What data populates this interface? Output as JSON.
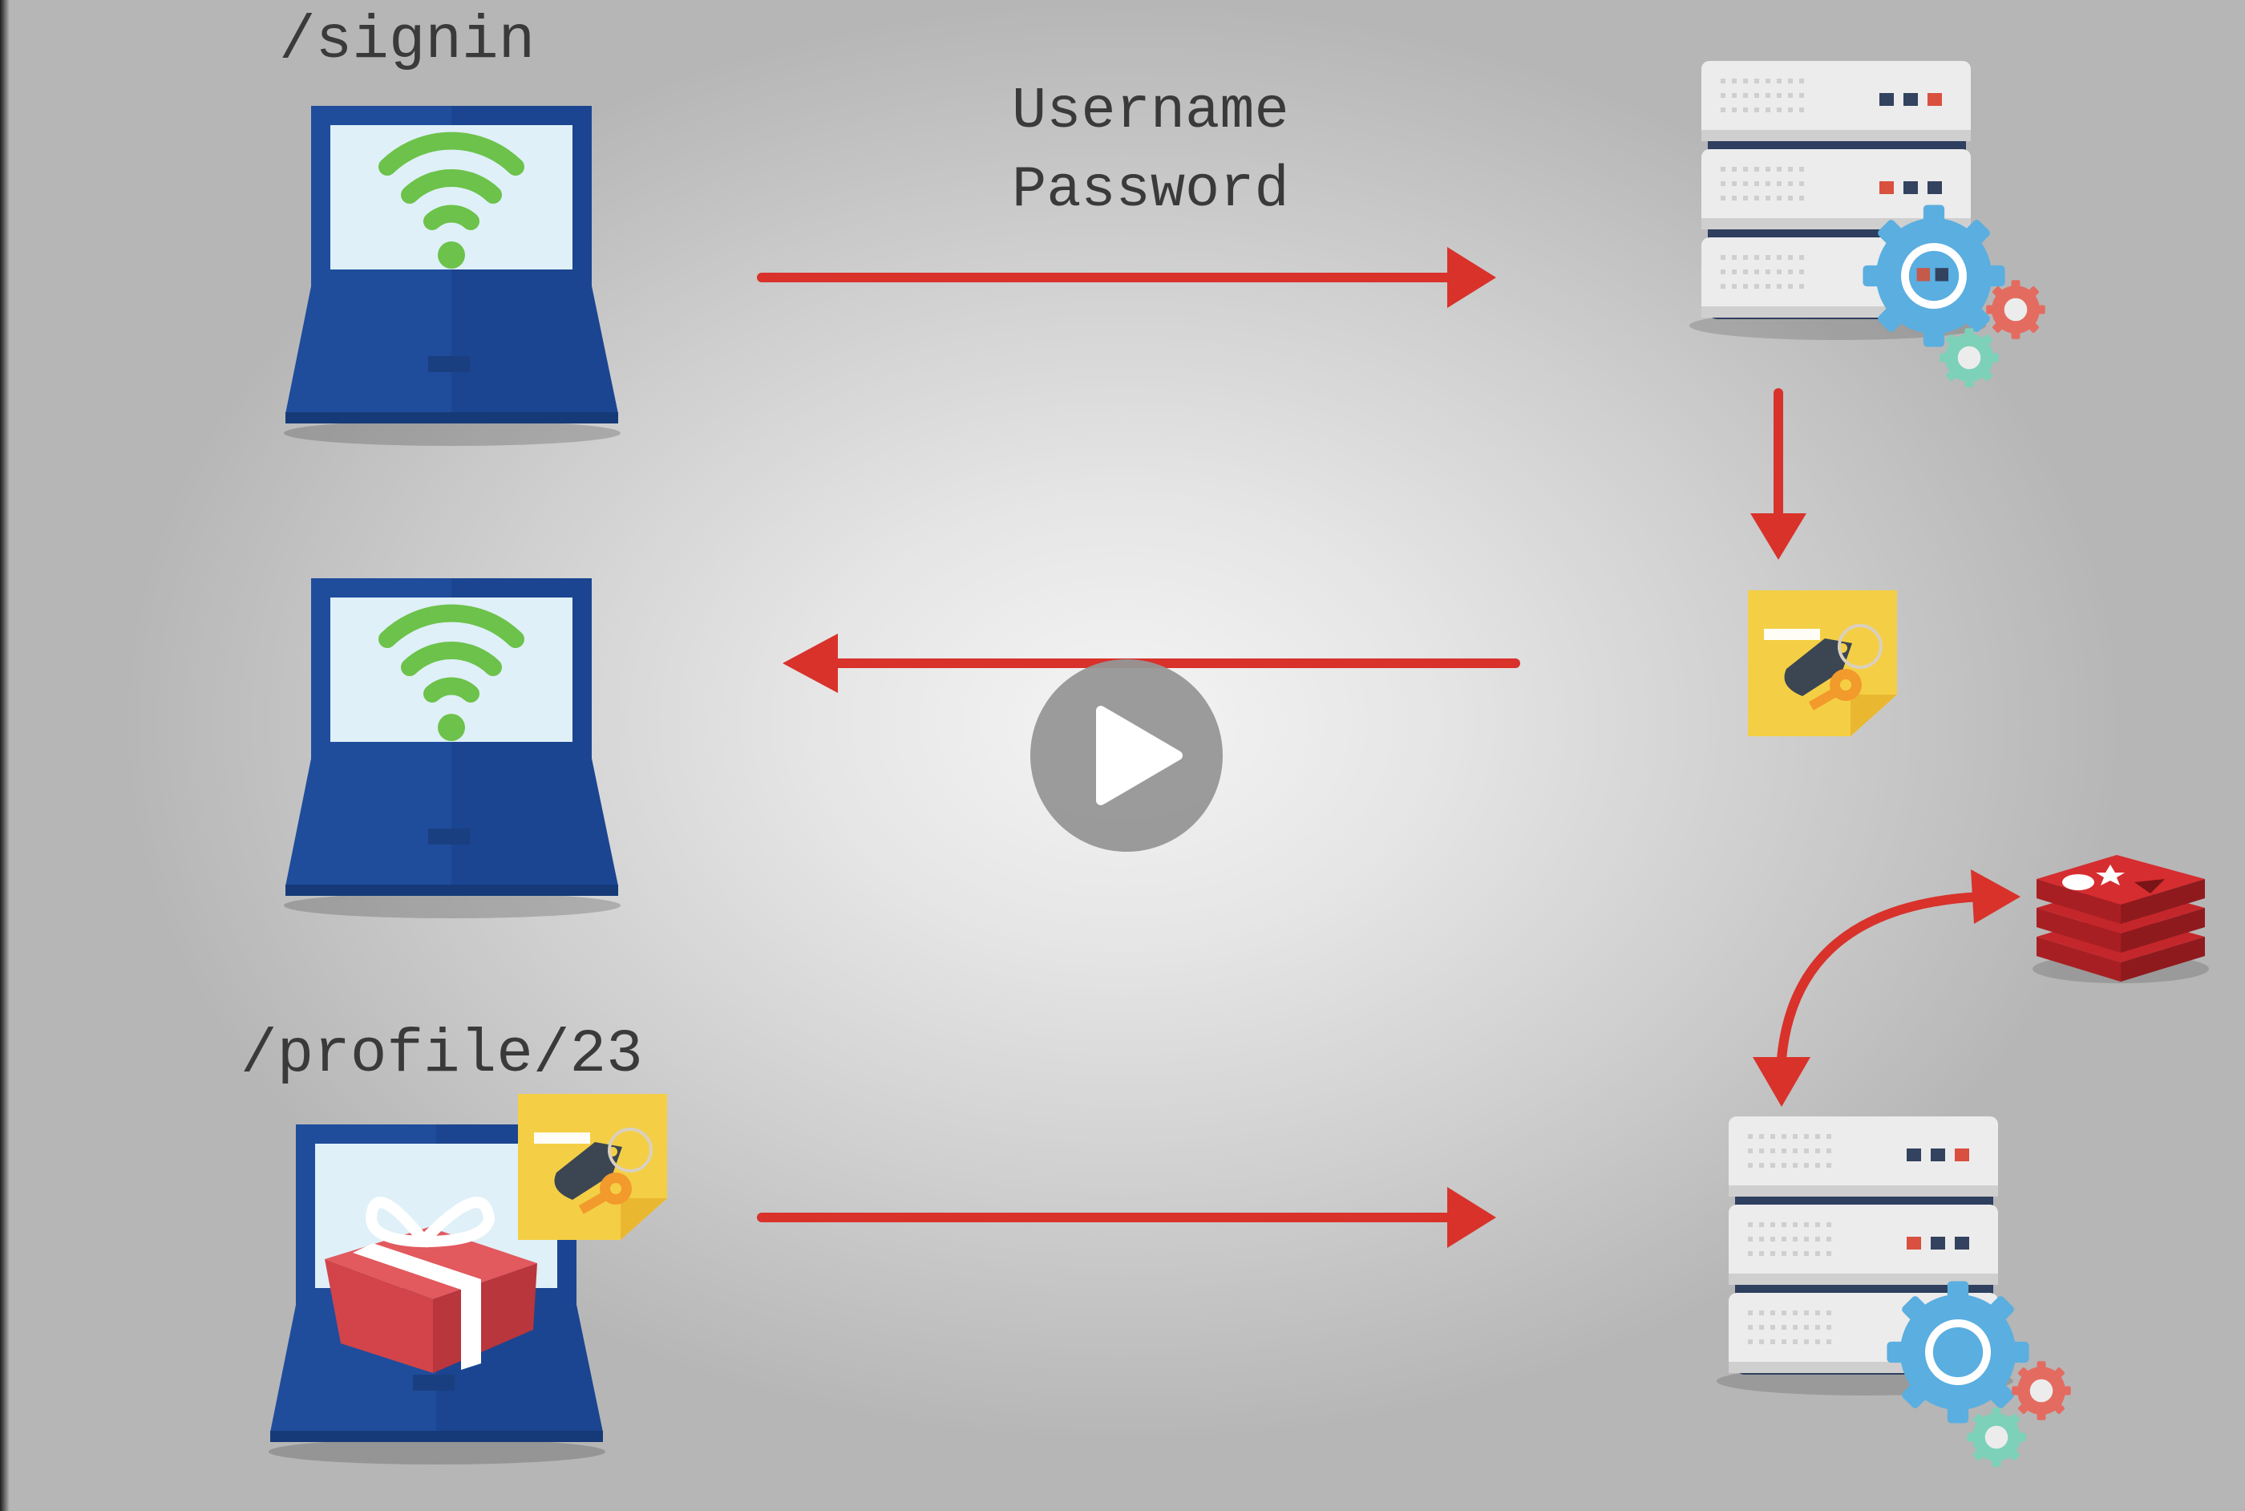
{
  "labels": {
    "signin_route": "/signin",
    "credentials": "Username\nPassword",
    "profile_route": "/profile/23"
  },
  "colors": {
    "arrow": "#d8322b",
    "laptop_blue": "#1f4d9c",
    "wifi_green": "#6cc24a",
    "server_white": "#ececec",
    "gear_blue": "#5aaee0",
    "redis_red": "#c4272b",
    "token_yellow": "#f4cf45",
    "gift_red": "#d2444a"
  },
  "icons": [
    "laptop-icon",
    "wifi-icon",
    "server-icon",
    "gear-icon",
    "token-card-icon",
    "redis-icon",
    "gift-icon",
    "play-icon"
  ]
}
